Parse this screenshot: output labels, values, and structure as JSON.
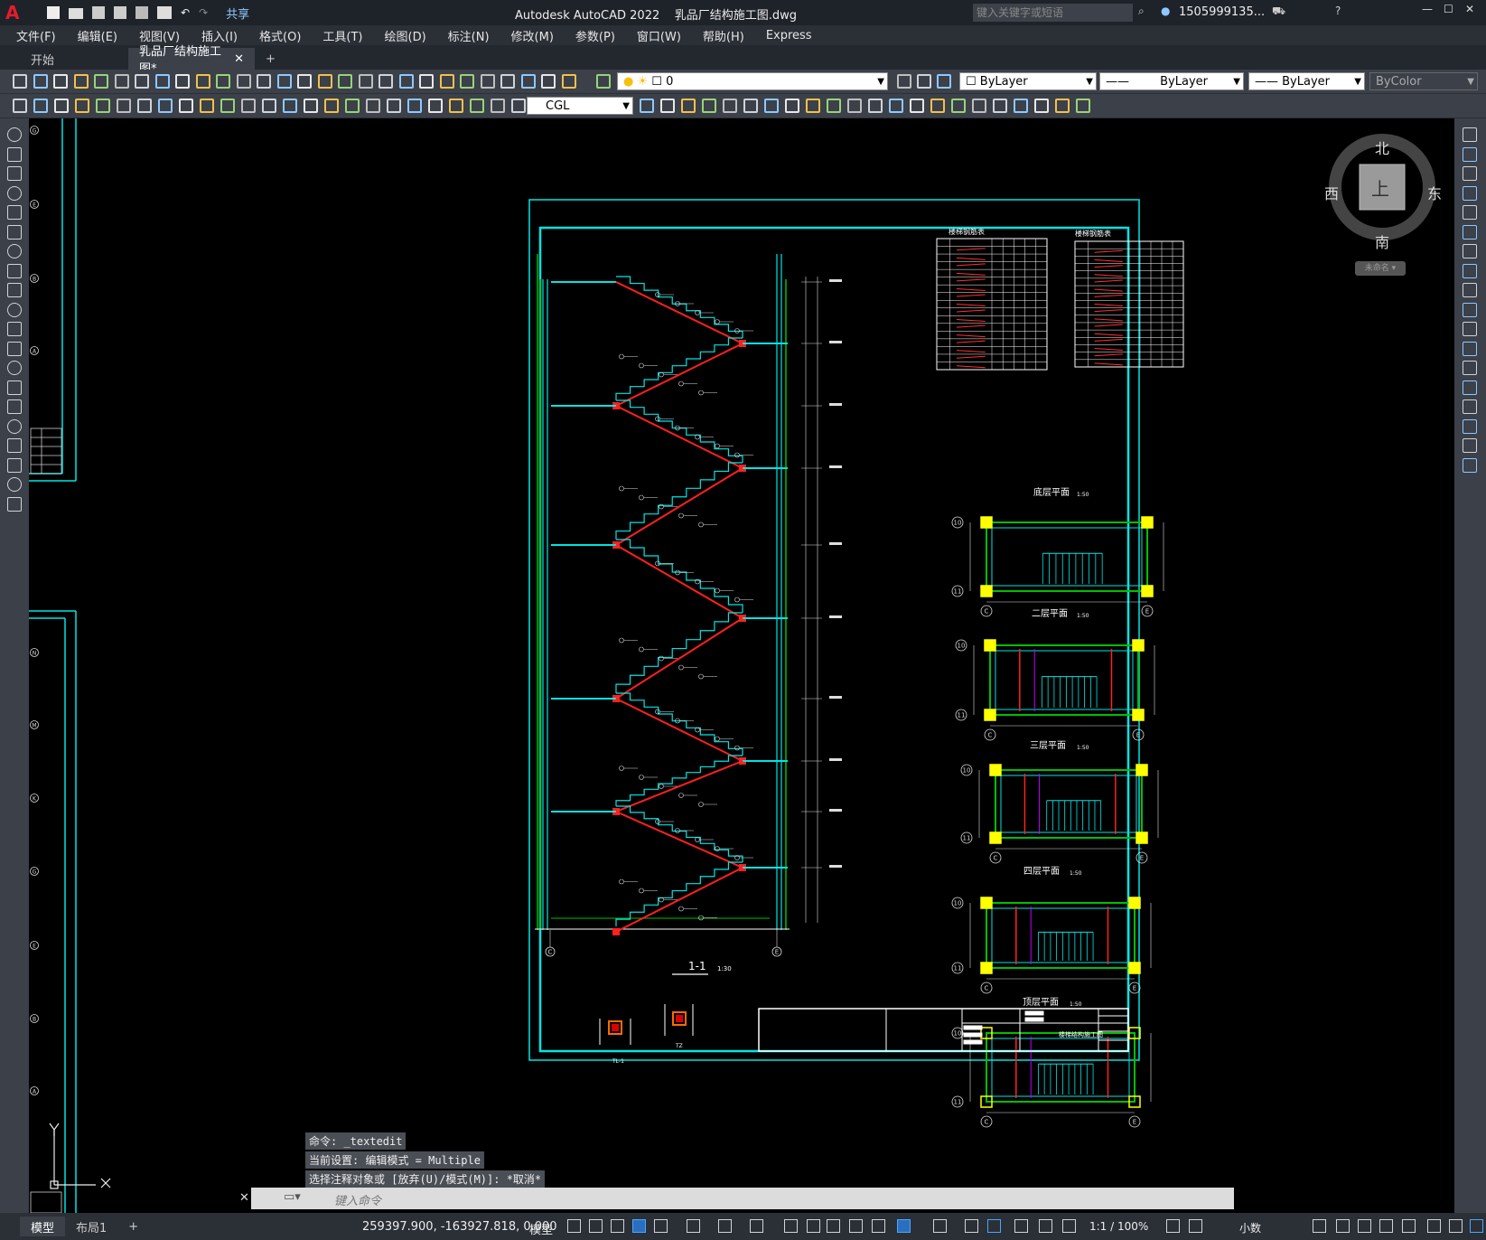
{
  "app": {
    "title": "Autodesk AutoCAD 2022",
    "file": "乳品厂结构施工图.dwg",
    "share": "共享",
    "search_placeholder": "键入关键字或短语",
    "user": "1505999135..."
  },
  "menu": [
    "文件(F)",
    "编辑(E)",
    "视图(V)",
    "插入(I)",
    "格式(O)",
    "工具(T)",
    "绘图(D)",
    "标注(N)",
    "修改(M)",
    "参数(P)",
    "窗口(W)",
    "帮助(H)",
    "Express"
  ],
  "tabs": {
    "start": "开始",
    "doc": "乳品厂结构施工图*"
  },
  "toolbar": {
    "layer": "0",
    "text_style": "CGL",
    "color": "ByLayer",
    "linetype": "ByLayer",
    "lineweight": "ByLayer",
    "plotstyle": "ByColor"
  },
  "viewcube": {
    "north": "北",
    "south": "南",
    "east": "东",
    "west": "西",
    "top": "上",
    "ucs": "未命名"
  },
  "command": {
    "history": [
      "命令: _textedit",
      "当前设置: 编辑模式 = Multiple",
      "选择注释对象或 [放弃(U)/模式(M)]: *取消*"
    ],
    "placeholder": "键入命令"
  },
  "layout_tabs": {
    "model": "模型",
    "layout1": "布局1"
  },
  "status": {
    "coords": "259397.900, -163927.818, 0.000",
    "space": "模型",
    "scale": "1:1 / 100%",
    "units": "小数"
  },
  "drawing": {
    "section_title": "1-1",
    "section_scale": "1:30",
    "table1_title": "楼梯钢筋表",
    "table2_title": "楼梯钢筋表",
    "plans": [
      {
        "label": "底层平面",
        "scale": "1:50"
      },
      {
        "label": "二层平面",
        "scale": "1:50"
      },
      {
        "label": "三层平面",
        "scale": "1:50"
      },
      {
        "label": "四层平面",
        "scale": "1:50"
      },
      {
        "label": "顶层平面",
        "scale": "1:50"
      }
    ],
    "grid_axes": [
      "10",
      "11"
    ],
    "grid_cols": [
      "C",
      "E"
    ],
    "detail1": "TL-1",
    "detail2": "TZ",
    "title_block": "楼梯结构施工图",
    "left_axes": [
      "G",
      "E",
      "B",
      "A",
      "N",
      "M",
      "K",
      "G",
      "E",
      "B",
      "A"
    ]
  }
}
